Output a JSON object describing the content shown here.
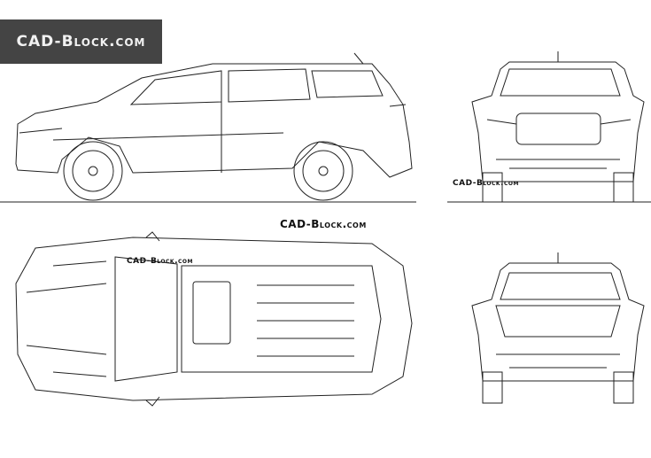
{
  "logo": {
    "text": "CAD-Block.com",
    "background": "#444444"
  },
  "watermarks": {
    "main": "CAD-Block.com",
    "front": "CAD-Block.com",
    "top": "CAD-Block.com"
  },
  "views": [
    "side-view",
    "front-view",
    "top-view",
    "rear-view"
  ]
}
